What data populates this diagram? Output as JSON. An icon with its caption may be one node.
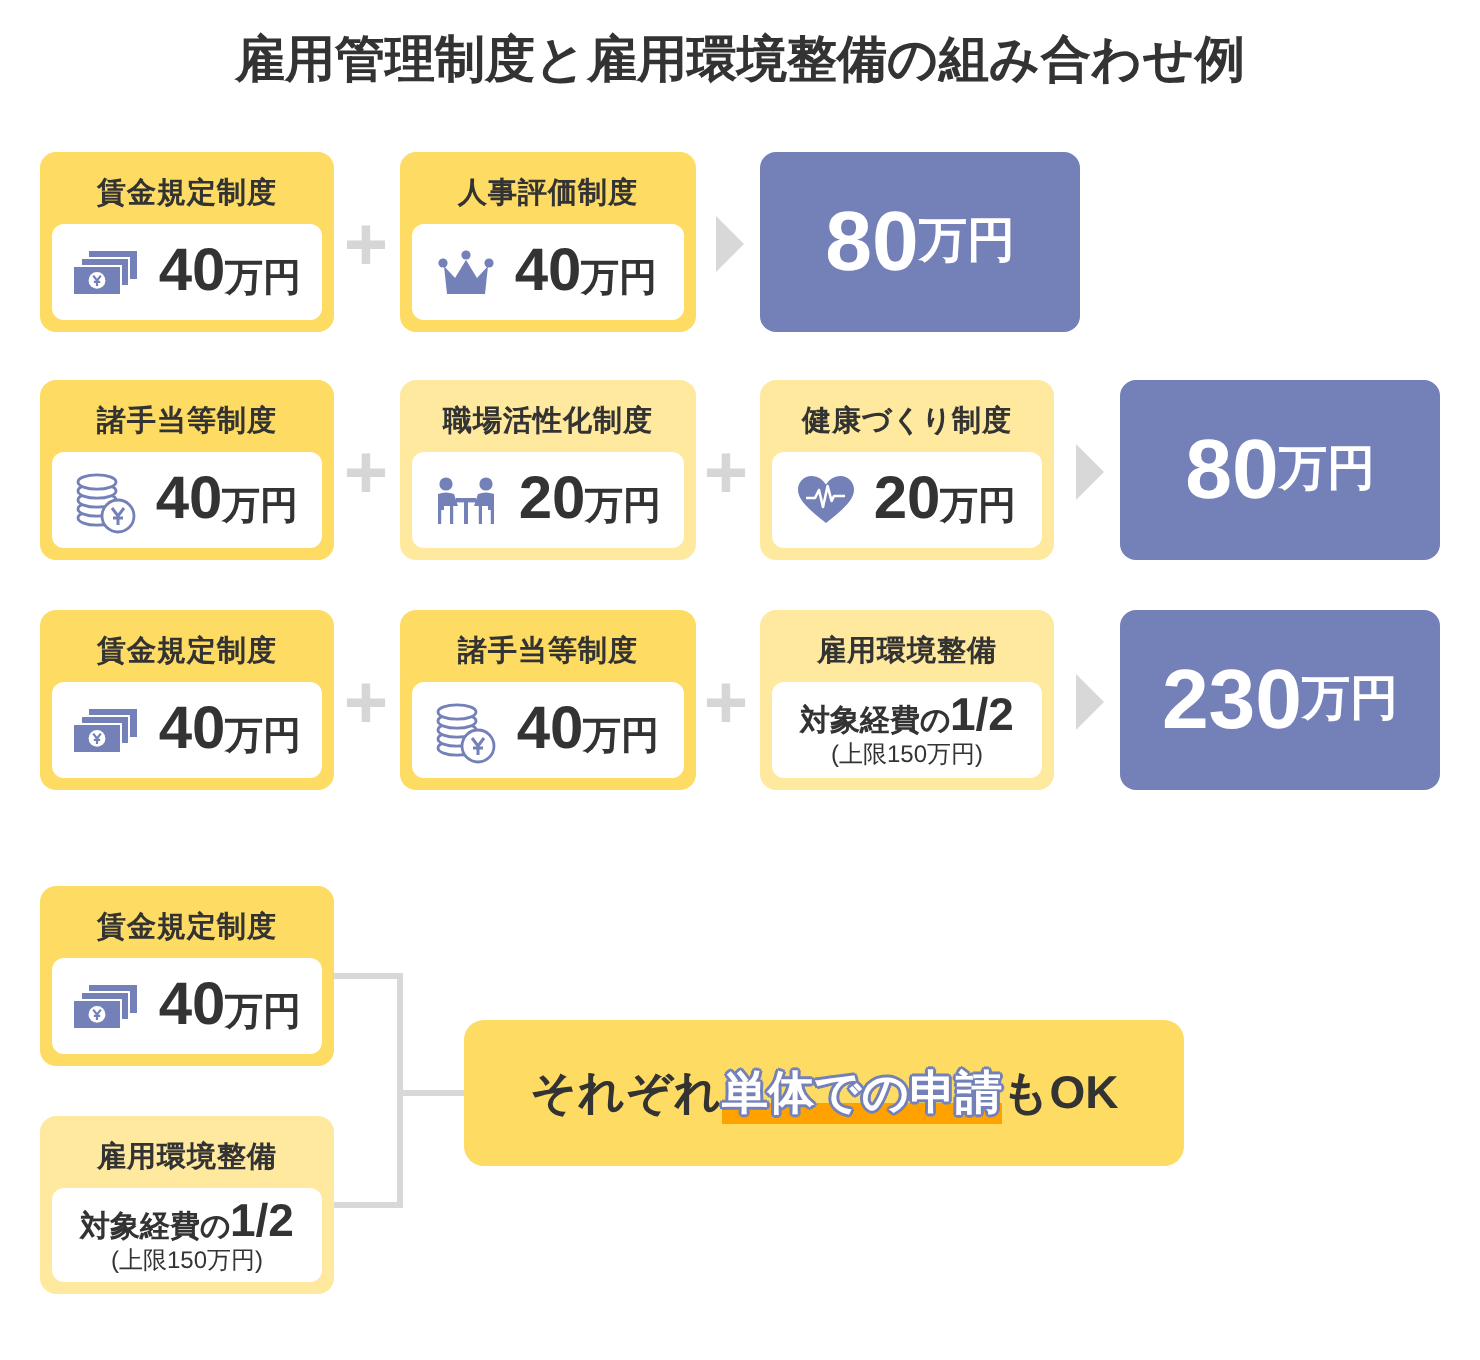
{
  "diagram": {
    "title": "雇用管理制度と雇用環境整備の組み合わせ例",
    "nodes": [
      {
        "text": [
          "賃金規定制度"
        ]
      },
      {
        "text": [
          "40万円"
        ],
        "in": 0
      },
      {
        "text": [
          "人事評価制度"
        ]
      },
      {
        "text": [
          "40万円"
        ],
        "in": 2
      },
      {
        "text": [
          "80万円"
        ]
      },
      {
        "text": [
          "諸手当等制度"
        ]
      },
      {
        "text": [
          "40万円"
        ],
        "in": 5
      },
      {
        "text": [
          "職場活性化制度"
        ]
      },
      {
        "text": [
          "20万円"
        ],
        "in": 7
      },
      {
        "text": [
          "健康づくり制度"
        ]
      },
      {
        "text": [
          "20万円"
        ],
        "in": 9
      },
      {
        "text": [
          "80万円"
        ]
      },
      {
        "text": [
          "賃金規定制度"
        ]
      },
      {
        "text": [
          "40万円"
        ],
        "in": 12
      },
      {
        "text": [
          "諸手当等制度"
        ]
      },
      {
        "text": [
          "40万円"
        ],
        "in": 14
      },
      {
        "text": [
          "雇用環境整備"
        ]
      },
      {
        "text": [
          "対象経費の1/2",
          "(上限150万円)"
        ],
        "in": 16
      },
      {
        "text": [
          "230万円"
        ]
      },
      {
        "text": [
          "賃金規定制度"
        ]
      },
      {
        "text": [
          "40万円"
        ],
        "in": 19
      },
      {
        "text": [
          "雇用環境整備"
        ]
      },
      {
        "text": [
          "対象経費の1/2",
          "(上限150万円)"
        ],
        "in": 21
      },
      {
        "text": [
          "それぞれ**単体での申請**もOK"
        ]
      }
    ],
    "edges": [
      {
        "from": 2,
        "to": 4,
        "arrow": "to"
      },
      {
        "from": 9,
        "to": 11,
        "arrow": "to"
      },
      {
        "from": 16,
        "to": 18,
        "arrow": "to"
      },
      {
        "from": 19,
        "to": 23,
        "arrow": "none"
      },
      {
        "from": 21,
        "to": 23,
        "arrow": "none"
      }
    ],
    "labels": [
      "+",
      "+",
      "+",
      "+",
      "+"
    ]
  }
}
